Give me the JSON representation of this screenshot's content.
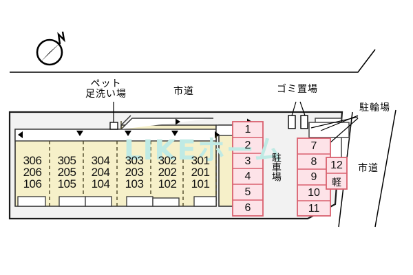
{
  "watermark": "LIKEホーム",
  "compass": {
    "label": "N"
  },
  "roads": {
    "top_label": "市道",
    "right_label": "市道"
  },
  "annotations": [
    {
      "key": "pet_wash",
      "line1": "ペット",
      "line2": "足洗い場"
    },
    {
      "key": "garbage",
      "text": "ゴミ置場"
    },
    {
      "key": "bicycle",
      "text": "駐輪場"
    }
  ],
  "building": {
    "columns": [
      {
        "floor3": "306",
        "floor2": "206",
        "floor1": "106"
      },
      {
        "floor3": "305",
        "floor2": "205",
        "floor1": "105"
      },
      {
        "floor3": "304",
        "floor2": "204",
        "floor1": "104"
      },
      {
        "floor3": "303",
        "floor2": "203",
        "floor1": "103"
      },
      {
        "floor3": "302",
        "floor2": "202",
        "floor1": "102"
      },
      {
        "floor3": "301",
        "floor2": "201",
        "floor1": "101"
      }
    ]
  },
  "parking": {
    "label": "駐車場",
    "left_stalls": [
      "1",
      "2",
      "3",
      "4",
      "5",
      "6"
    ],
    "right_stalls": [
      "7",
      "8",
      "9",
      "10",
      "11"
    ],
    "extra_stall": {
      "number": "12",
      "type": "軽"
    }
  }
}
